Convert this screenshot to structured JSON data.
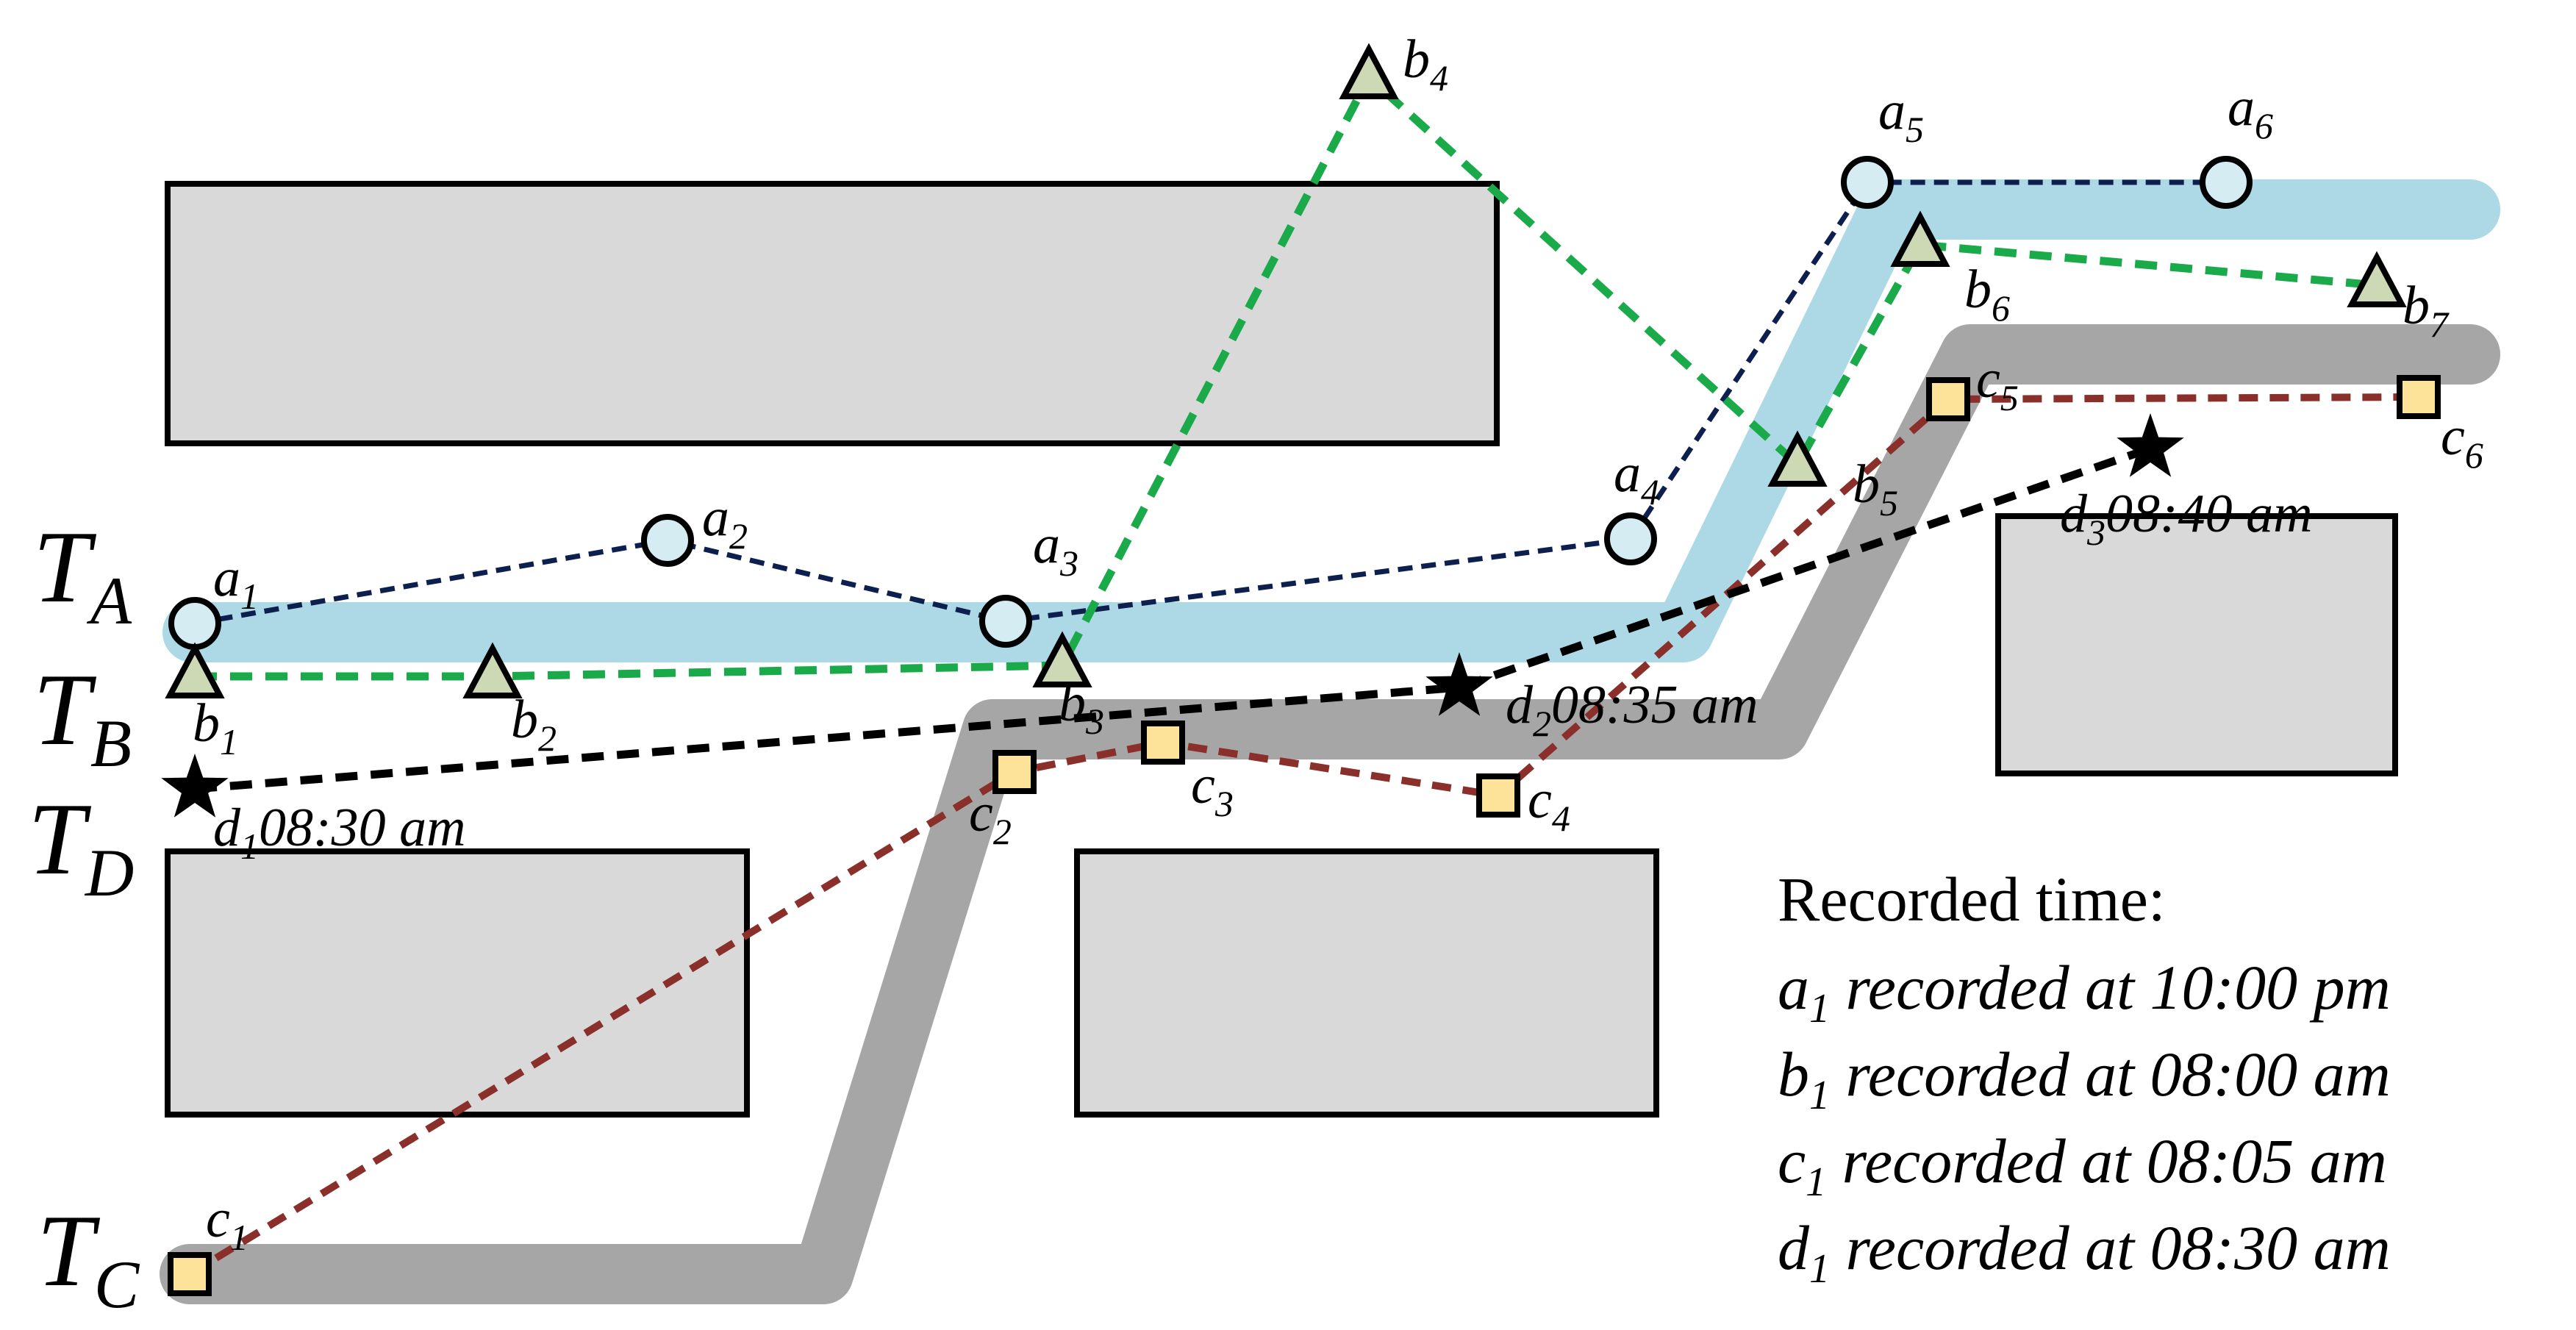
{
  "colors": {
    "building_fill": "#d9d9d9",
    "building_stroke": "#000000",
    "road_a_band": "#add8e6",
    "road_c_band": "#a6a6a6",
    "traj_a": "#0d1f4e",
    "traj_b": "#1aaa4a",
    "traj_c": "#8b2f2a",
    "traj_d": "#000000",
    "marker_a_fill": "#d6ecf3",
    "marker_b_fill": "#cdd9b5",
    "marker_c_fill": "#fde39a",
    "marker_d_fill": "#000000"
  },
  "trajectories": {
    "A": {
      "label_main": "T",
      "label_sub": "A",
      "marker": "circle",
      "points": [
        {
          "name": "a",
          "sub": "1"
        },
        {
          "name": "a",
          "sub": "2"
        },
        {
          "name": "a",
          "sub": "3"
        },
        {
          "name": "a",
          "sub": "4"
        },
        {
          "name": "a",
          "sub": "5"
        },
        {
          "name": "a",
          "sub": "6"
        }
      ]
    },
    "B": {
      "label_main": "T",
      "label_sub": "B",
      "marker": "triangle",
      "points": [
        {
          "name": "b",
          "sub": "1"
        },
        {
          "name": "b",
          "sub": "2"
        },
        {
          "name": "b",
          "sub": "3"
        },
        {
          "name": "b",
          "sub": "4"
        },
        {
          "name": "b",
          "sub": "5"
        },
        {
          "name": "b",
          "sub": "6"
        },
        {
          "name": "b",
          "sub": "7"
        }
      ]
    },
    "C": {
      "label_main": "T",
      "label_sub": "C",
      "marker": "square",
      "points": [
        {
          "name": "c",
          "sub": "1"
        },
        {
          "name": "c",
          "sub": "2"
        },
        {
          "name": "c",
          "sub": "3"
        },
        {
          "name": "c",
          "sub": "4"
        },
        {
          "name": "c",
          "sub": "5"
        },
        {
          "name": "c",
          "sub": "6"
        }
      ]
    },
    "D": {
      "label_main": "T",
      "label_sub": "D",
      "marker": "star",
      "points": [
        {
          "name": "d",
          "sub": "1",
          "time": "08:30 am"
        },
        {
          "name": "d",
          "sub": "2",
          "time": "08:35 am"
        },
        {
          "name": "d",
          "sub": "3",
          "time": "08:40 am"
        }
      ]
    }
  },
  "legend": {
    "title": "Recorded time:",
    "entries": [
      {
        "name": "a",
        "sub": "1",
        "text": " recorded at 10:00 pm"
      },
      {
        "name": "b",
        "sub": "1",
        "text": " recorded at 08:00 am"
      },
      {
        "name": "c",
        "sub": "1",
        "text": " recorded at 08:05 am"
      },
      {
        "name": "d",
        "sub": "1",
        "text": " recorded at 08:30 am"
      }
    ]
  }
}
